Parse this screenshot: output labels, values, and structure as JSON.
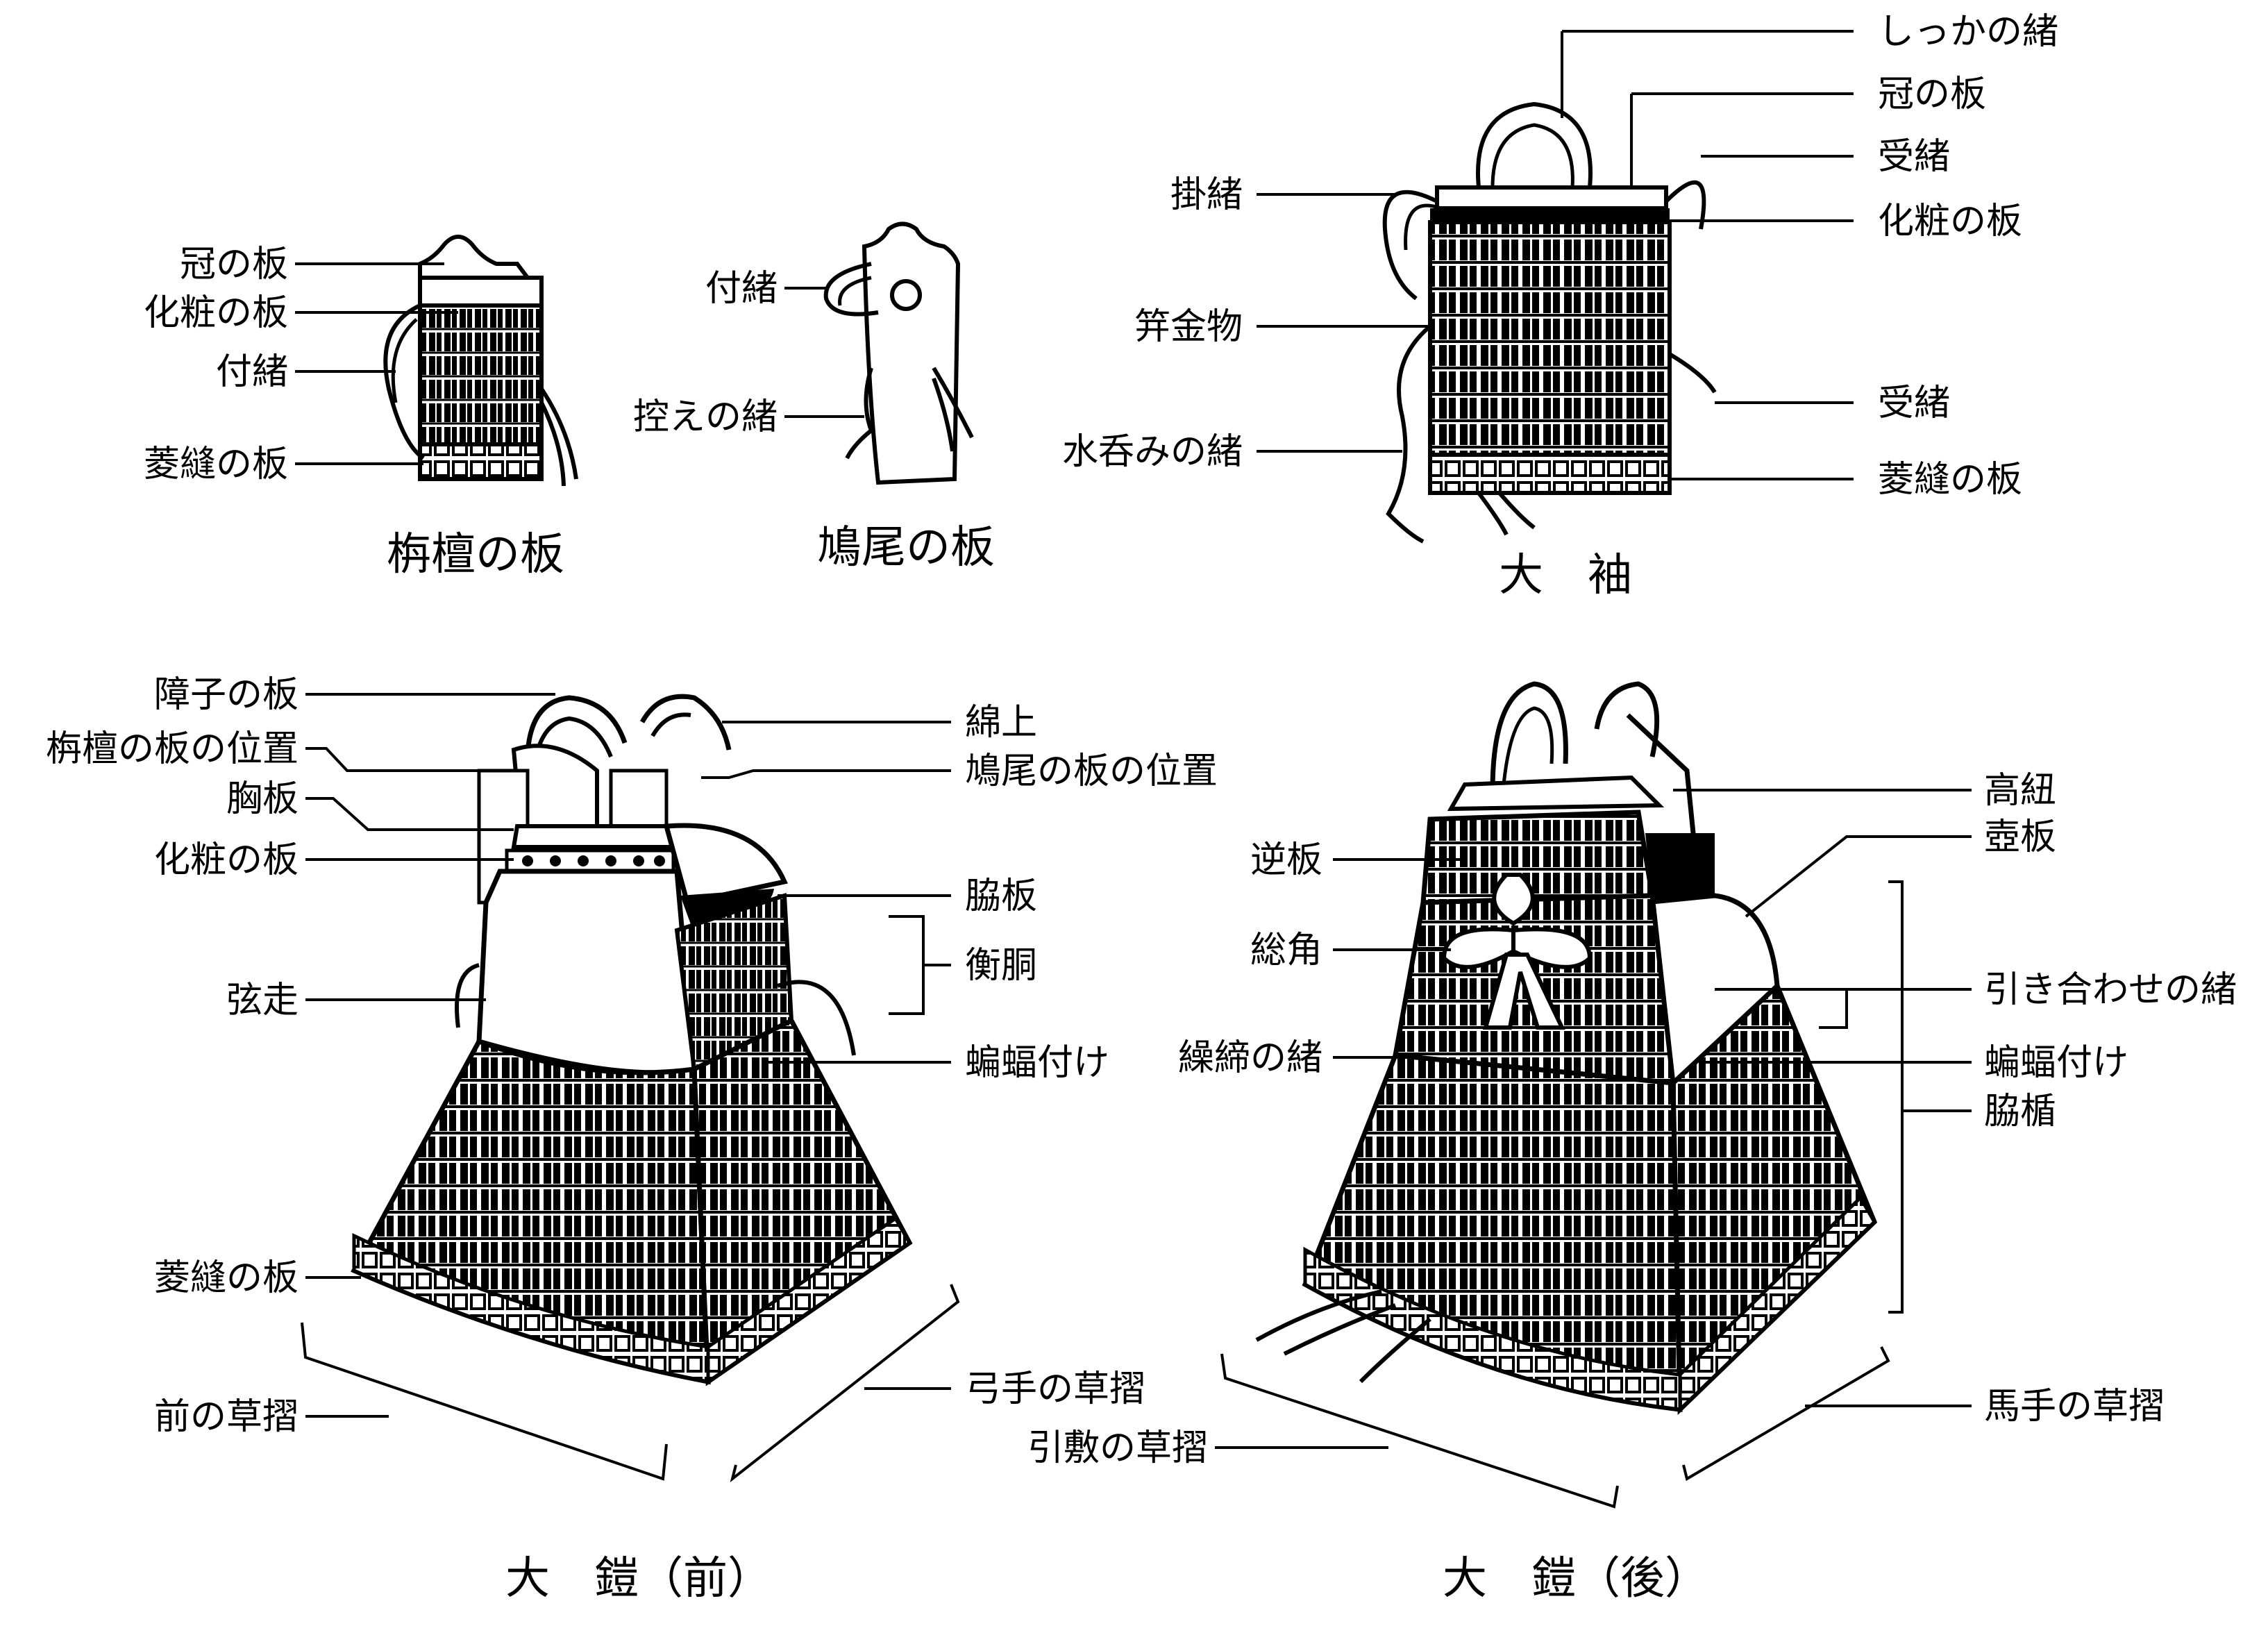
{
  "captions": {
    "sendan": "栴檀の板",
    "kyubi": "鳩尾の板",
    "osode": "大　袖",
    "front": "大　鎧（前）",
    "back": "大　鎧（後）"
  },
  "labels": {
    "sendan_kanmuri": "冠の板",
    "sendan_kesho": "化粧の板",
    "sendan_tsukeo": "付緒",
    "sendan_hishinui": "菱縫の板",
    "kyubi_tsukeo": "付緒",
    "kyubi_hikae": "控えの緒",
    "osode_shikka": "しっかの緒",
    "osode_kanmuri": "冠の板",
    "osode_ukeo1": "受緒",
    "osode_kesho": "化粧の板",
    "osode_kakeo": "掛緒",
    "osode_kogai": "笄金物",
    "osode_mizunomi": "水呑みの緒",
    "osode_ukeo2": "受緒",
    "osode_hishinui": "菱縫の板",
    "f_shoji": "障子の板",
    "f_sendan_pos": "栴檀の板の位置",
    "f_munaita": "胸板",
    "f_kesho": "化粧の板",
    "f_tsurubashiri": "弦走",
    "f_hishinui": "菱縫の板",
    "f_mae_kusazuri": "前の草摺",
    "f_watagami": "綿上",
    "f_kyubi_pos": "鳩尾の板の位置",
    "f_waki": "脇板",
    "f_nagakawa": "衡胴",
    "f_komori": "蝙蝠付け",
    "f_yunde": "弓手の草摺",
    "f_hikishiki": "引敷の草摺",
    "b_sakaita": "逆板",
    "b_agemaki": "総角",
    "b_kurijime": "繰締の緒",
    "b_takahimo": "高紐",
    "b_tsuboita": "壺板",
    "b_hikiawase": "引き合わせの緒",
    "b_komori": "蝙蝠付け",
    "b_waidate": "脇楯",
    "b_mete": "馬手の草摺"
  }
}
